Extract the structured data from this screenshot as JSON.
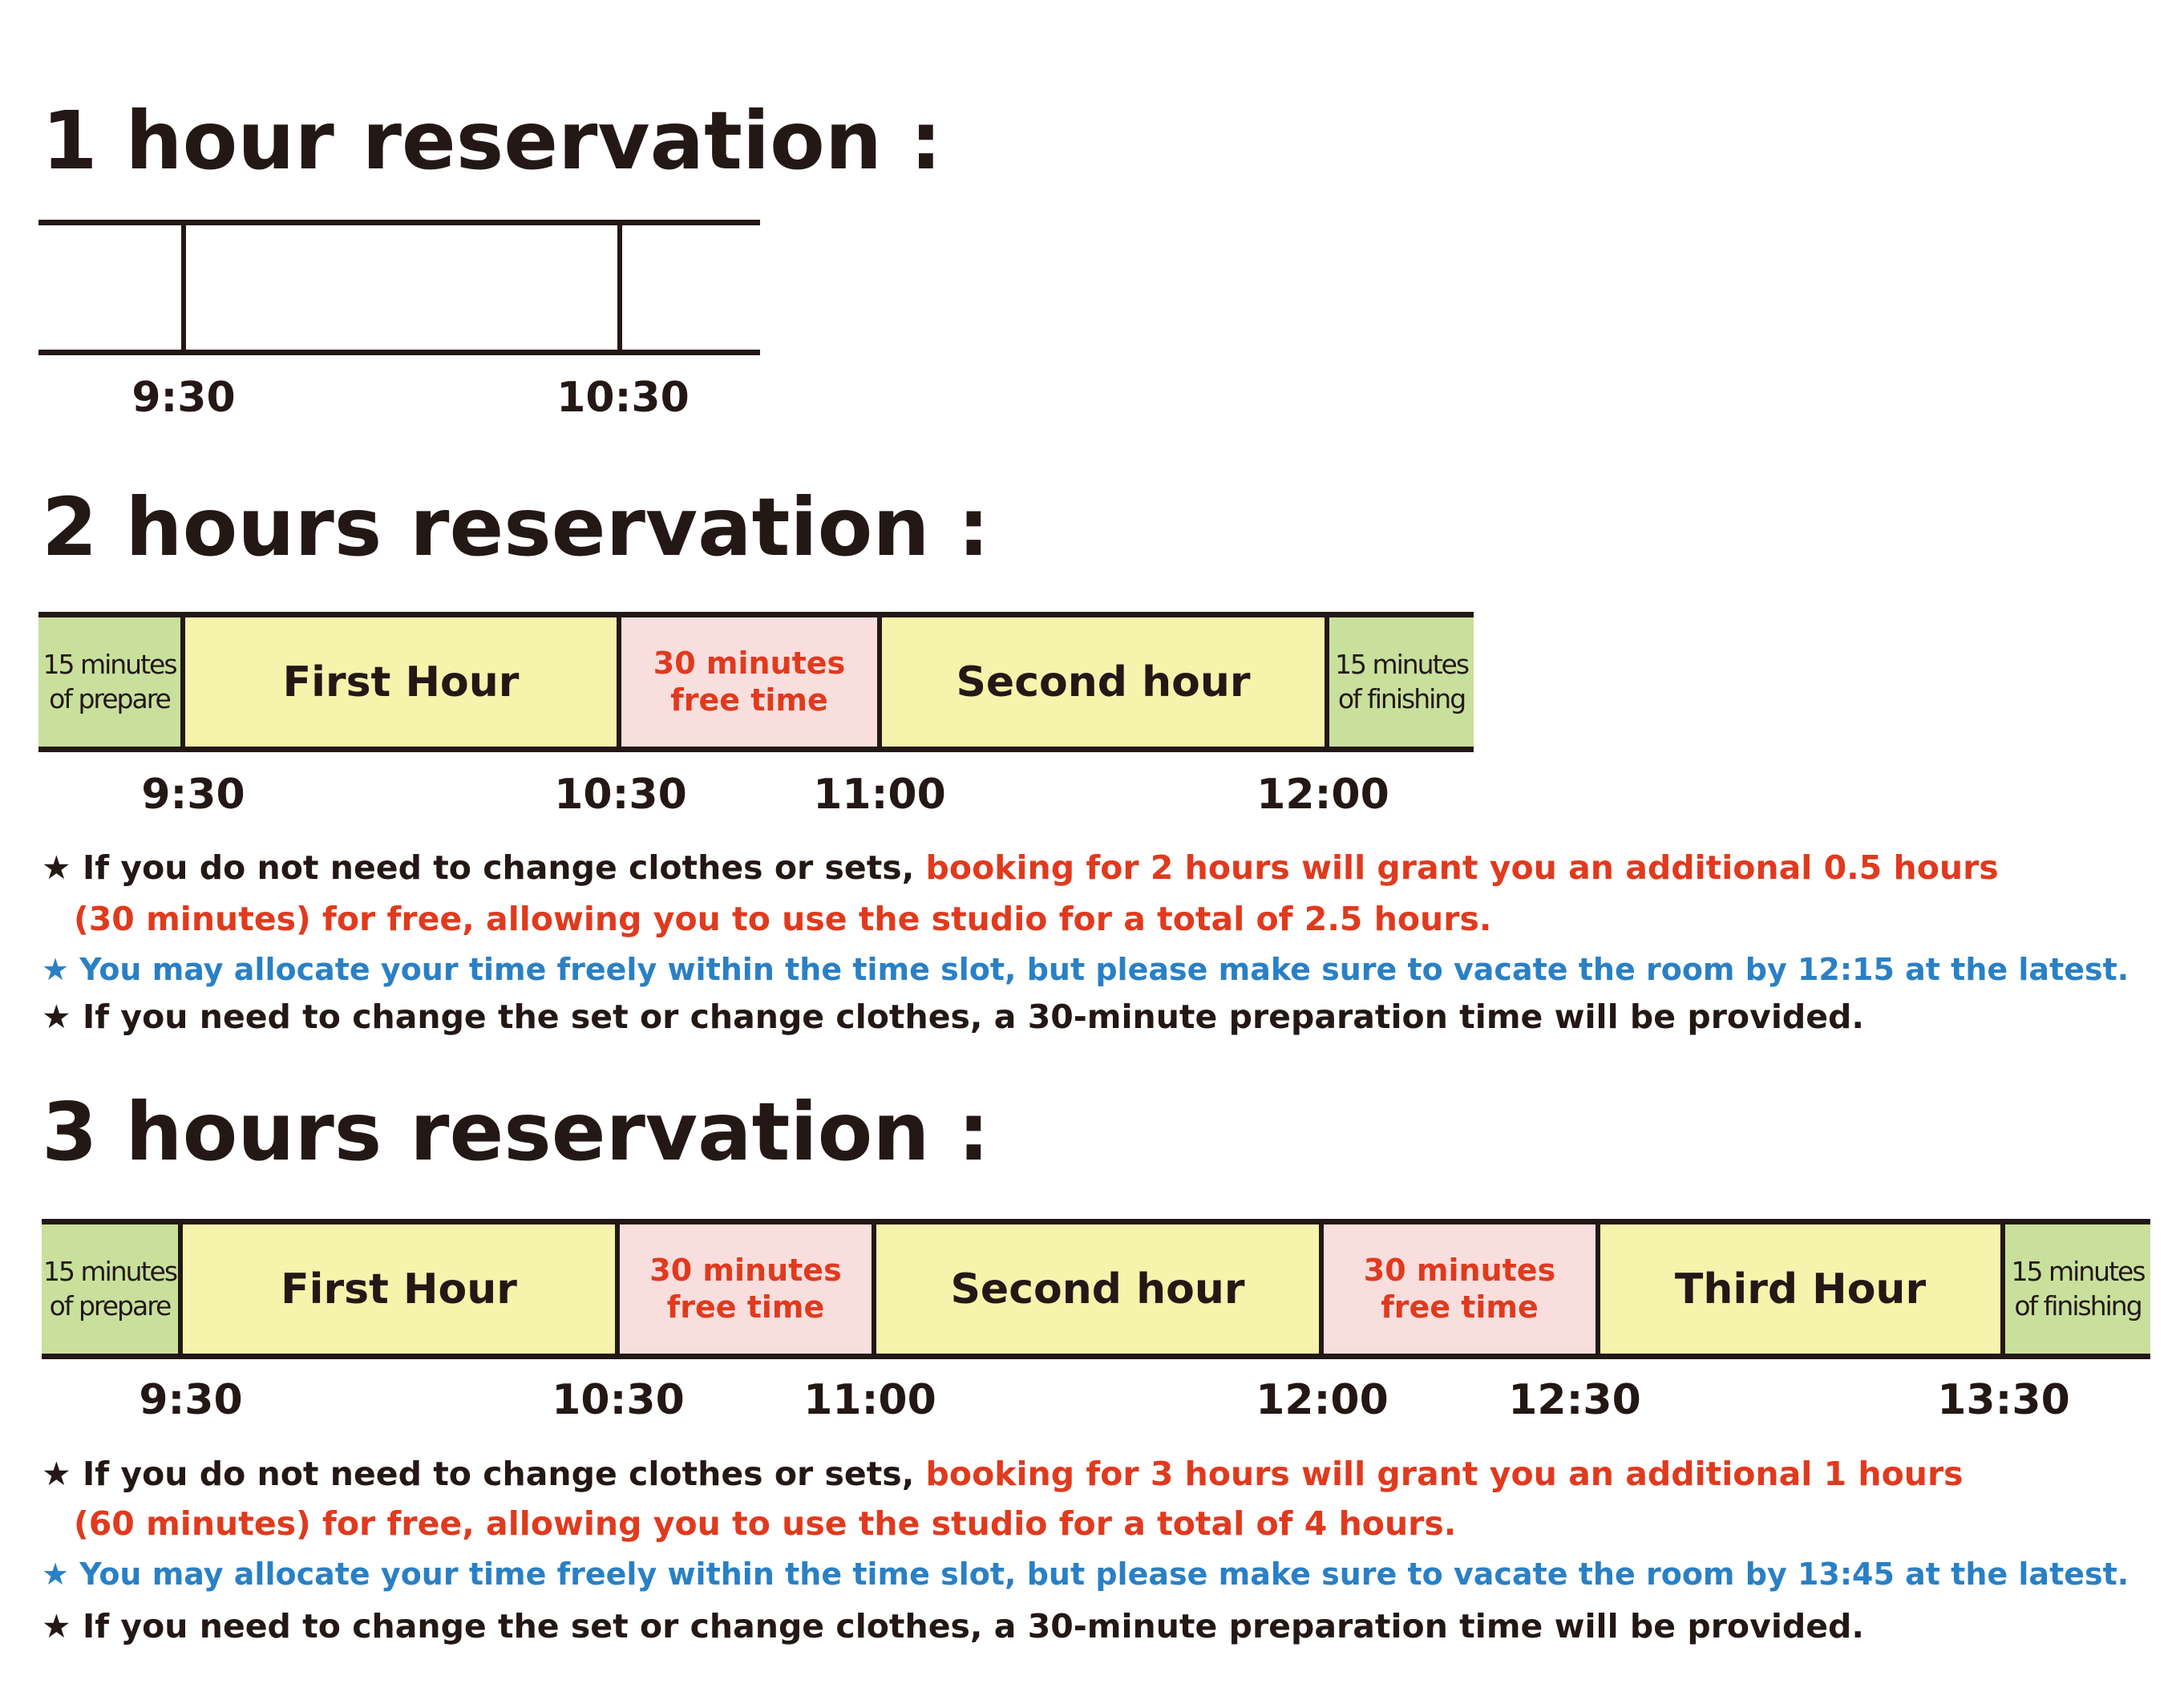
{
  "section1": {
    "title": "1 hour reservation :",
    "times": [
      "9:30",
      "10:30"
    ]
  },
  "section2": {
    "title": "2 hours reservation :",
    "segments": {
      "prepare_line1": "15 minutes",
      "prepare_line2": "of prepare",
      "first": "First Hour",
      "free_line1": "30 minutes",
      "free_line2": "free time",
      "second": "Second hour",
      "finish_line1": "15 minutes",
      "finish_line2": "of finishing"
    },
    "times": [
      "9:30",
      "10:30",
      "11:00",
      "12:00"
    ],
    "notes": {
      "star": "★",
      "note1_black": " If you do not need to change clothes or sets, ",
      "note1_red": "booking for 2 hours will grant you an additional 0.5 hours",
      "note1_line2": "(30 minutes) for free, allowing you to use the studio for a total of 2.5 hours.",
      "note2": "★ You may allocate your time freely within the time slot, but please make sure to vacate the room by 12:15 at the latest.",
      "note3": "★ If you need to change the set or change clothes, a 30-minute preparation time will be provided."
    }
  },
  "section3": {
    "title": "3 hours reservation :",
    "segments": {
      "prepare_line1": "15 minutes",
      "prepare_line2": "of prepare",
      "first": "First Hour",
      "free1_line1": "30 minutes",
      "free1_line2": "free time",
      "second": "Second hour",
      "free2_line1": "30 minutes",
      "free2_line2": "free time",
      "third": "Third Hour",
      "finish_line1": "15 minutes",
      "finish_line2": "of finishing"
    },
    "times": [
      "9:30",
      "10:30",
      "11:00",
      "12:00",
      "12:30",
      "13:30"
    ],
    "notes": {
      "star": "★",
      "note1_black": " If you do not need to change clothes or sets, ",
      "note1_red": "booking for 3 hours will grant you an additional 1 hours",
      "note1_line2": "(60 minutes) for free, allowing you to use the studio for a total of 4 hours.",
      "note2": "★ You may allocate your time freely within the time slot, but please make sure to vacate the room by 13:45 at the latest.",
      "note3": "★ If you need to change the set or change clothes, a 30-minute preparation time will be provided."
    }
  },
  "colors": {
    "text": "#231815",
    "red": "#e03a1e",
    "blue": "#2a80c5",
    "green_segment": "#c8e09c",
    "yellow_segment": "#f5f3ac",
    "pink_segment": "#f9dede"
  }
}
